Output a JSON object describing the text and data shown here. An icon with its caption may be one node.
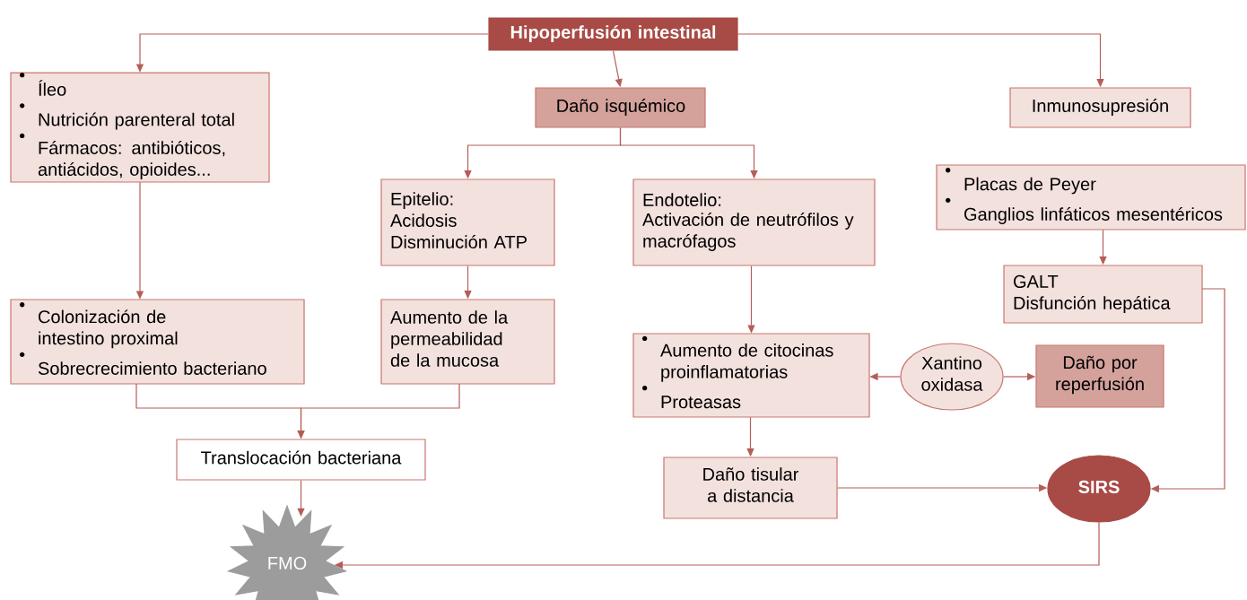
{
  "diagram": {
    "nodes": [
      {
        "text": [
          "Hipoperfusión intestinal"
        ]
      },
      {
        "text": [
          "Íleo",
          "Nutrición parenteral total",
          "Fármacos: antibióticos, antiácidos, opioides..."
        ]
      },
      {
        "text": [
          "Daño isquémico"
        ]
      },
      {
        "text": [
          "Inmunosupresión"
        ]
      },
      {
        "text": [
          "Epitelio:",
          "Acidosis",
          "Disminución ATP"
        ]
      },
      {
        "text": [
          "Endotelio:",
          "Activación de neutrófilos y macrófagos"
        ]
      },
      {
        "text": [
          "Placas de Peyer",
          "Ganglios linfáticos mesentéricos"
        ]
      },
      {
        "text": [
          "Colonización de intestino proximal",
          "Sobrecrecimiento bacteriano"
        ]
      },
      {
        "text": [
          "Aumento de la permeabilidad de la mucosa"
        ]
      },
      {
        "text": [
          "GALT",
          "Disfunción hepática"
        ]
      },
      {
        "text": [
          "Aumento de citocinas proinflamatorias",
          "Proteasas"
        ]
      },
      {
        "text": [
          "Xantino oxidasa"
        ]
      },
      {
        "text": [
          "Daño por reperfusión"
        ]
      },
      {
        "text": [
          "Translocación bacteriana"
        ]
      },
      {
        "text": [
          "Daño tisular a distancia"
        ]
      },
      {
        "text": [
          "SIRS"
        ]
      },
      {
        "text": [
          "FMO"
        ]
      }
    ],
    "edges": [
      {
        "from": 0,
        "to": 1,
        "arrow": "to"
      },
      {
        "from": 0,
        "to": 2,
        "arrow": "to"
      },
      {
        "from": 0,
        "to": 3,
        "arrow": "to"
      },
      {
        "from": 2,
        "to": 4,
        "arrow": "to"
      },
      {
        "from": 2,
        "to": 5,
        "arrow": "to"
      },
      {
        "from": 1,
        "to": 7,
        "arrow": "to"
      },
      {
        "from": 4,
        "to": 8,
        "arrow": "to"
      },
      {
        "from": 7,
        "to": 13,
        "arrow": "to"
      },
      {
        "from": 8,
        "to": 13,
        "arrow": "to"
      },
      {
        "from": 5,
        "to": 10,
        "arrow": "to"
      },
      {
        "from": 11,
        "to": 10,
        "arrow": "to"
      },
      {
        "from": 11,
        "to": 12,
        "arrow": "to"
      },
      {
        "from": 10,
        "to": 14,
        "arrow": "to"
      },
      {
        "from": 6,
        "to": 9,
        "arrow": "to"
      },
      {
        "from": 14,
        "to": 15,
        "arrow": "to"
      },
      {
        "from": 9,
        "to": 15,
        "arrow": "to"
      },
      {
        "from": 13,
        "to": 16,
        "arrow": "to"
      },
      {
        "from": 15,
        "to": 16,
        "arrow": "to"
      }
    ]
  }
}
